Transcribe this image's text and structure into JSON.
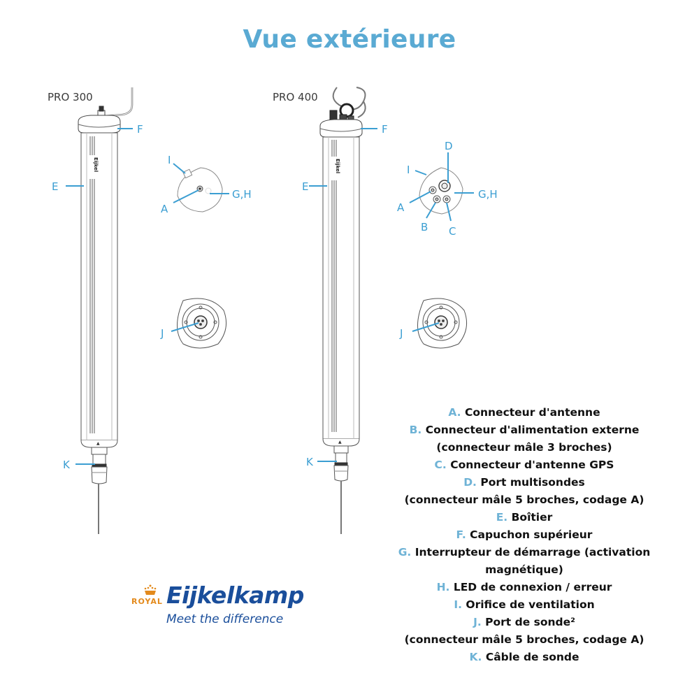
{
  "page": {
    "title": "Vue extérieure",
    "title_color": "#5aaad3",
    "callout_color": "#3b9ed2",
    "legend_letter_color": "#6fb3d6"
  },
  "models": [
    {
      "name": "PRO 300",
      "callouts": [
        "F",
        "E",
        "I",
        "A",
        "G,H",
        "J",
        "K"
      ]
    },
    {
      "name": "PRO 400",
      "callouts": [
        "F",
        "E",
        "D",
        "I",
        "A",
        "B",
        "C",
        "G,H",
        "J",
        "K"
      ]
    }
  ],
  "callout_labels": {
    "A": "A",
    "B": "B",
    "C": "C",
    "D": "D",
    "E": "E",
    "F": "F",
    "GH": "G,H",
    "I": "I",
    "J": "J",
    "K": "K"
  },
  "legend": {
    "items": [
      {
        "letter": "A.",
        "text": "Connecteur d'antenne",
        "sub": ""
      },
      {
        "letter": "B.",
        "text": "Connecteur d'alimentation externe",
        "sub": "(connecteur mâle 3 broches)"
      },
      {
        "letter": "C.",
        "text": "Connecteur d'antenne GPS",
        "sub": ""
      },
      {
        "letter": "D.",
        "text": "Port multisondes",
        "sub": "(connecteur mâle 5 broches, codage A)"
      },
      {
        "letter": "E.",
        "text": "Boîtier",
        "sub": ""
      },
      {
        "letter": "F.",
        "text": "Capuchon supérieur",
        "sub": ""
      },
      {
        "letter": "G.",
        "text": "Interrupteur de démarrage (activation",
        "sub": "magnétique)"
      },
      {
        "letter": "H.",
        "text": "LED de connexion / erreur",
        "sub": ""
      },
      {
        "letter": "I.",
        "text": "Orifice de ventilation",
        "sub": ""
      },
      {
        "letter": "J.",
        "text": "Port de sonde²",
        "sub": "(connecteur mâle 5 broches, codage A)"
      },
      {
        "letter": "K.",
        "text": "Câble de sonde",
        "sub": ""
      }
    ]
  },
  "logo": {
    "royal": "ROYAL",
    "brand": "Eijkelkamp",
    "tagline": "Meet the difference",
    "royal_color": "#e38a1c",
    "brand_color": "#1a4e9b"
  }
}
